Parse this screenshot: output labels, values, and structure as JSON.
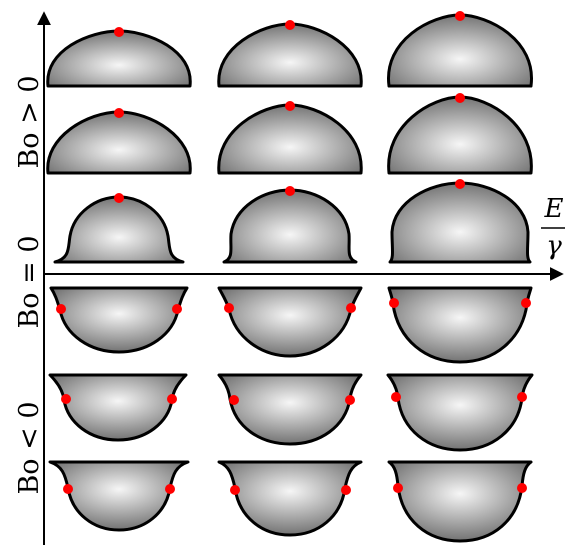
{
  "labels": {
    "bo_positive": "Bo > 0",
    "bo_zero": "Bo = 0",
    "bo_negative": "Bo < 0",
    "axis_numerator": "E",
    "axis_denominator": "γ"
  },
  "colors": {
    "outline": "#000000",
    "marker": "#ff0000",
    "fill_light": "#f6f6f6",
    "fill_dark": "#6e6e6e",
    "background": "#ffffff"
  }
}
